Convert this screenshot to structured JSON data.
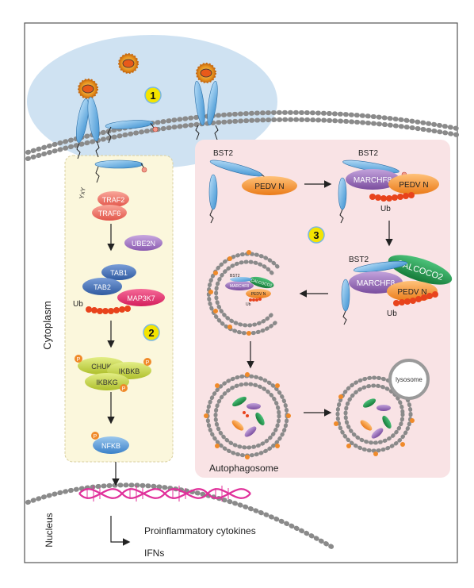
{
  "labels": {
    "step1": "1",
    "step2": "2",
    "step3": "3",
    "cytoplasm": "Cytoplasm",
    "nucleus": "Nucleus",
    "autophagosome": "Autophagosome",
    "lysosome": "lysosome",
    "proinflammatory": "Proinflammatory cytokines",
    "ifns": "IFNs",
    "yxy": "YxY"
  },
  "proteins": {
    "traf2": "TRAF2",
    "traf6": "TRAF6",
    "ube2n": "UBE2N",
    "tab1": "TAB1",
    "tab2": "TAB2",
    "map3k7": "MAP3K7",
    "ub": "Ub",
    "p": "P",
    "chuk": "CHUK",
    "ikbkb": "IKBKB",
    "ikbkg": "IKBKG",
    "nfkb": "NFKB",
    "bst2": "BST2",
    "pedvn": "PEDV N",
    "marchf8": "MARCHF8",
    "calcoco2": "CALCOCO2"
  },
  "colors": {
    "virus_panel": "#cfe2f2",
    "pathway_panel": "#fbf7dc",
    "autophagy_panel": "#f9e4e6",
    "membrane": "#8a8a8a",
    "bst2": "#4a9fd8",
    "pedvn": "#f08a2a",
    "marchf8": "#8a5aa8",
    "calcoco2": "#1f8a44",
    "traf": "#ec6a5e",
    "tab": "#3f6fb3",
    "map3k7": "#e8336e",
    "ub": "#e8431c",
    "ikk": "#c9d84a",
    "nfkb": "#4a90d0",
    "step_badge": "#f4e400",
    "dna": "#e0309a"
  }
}
